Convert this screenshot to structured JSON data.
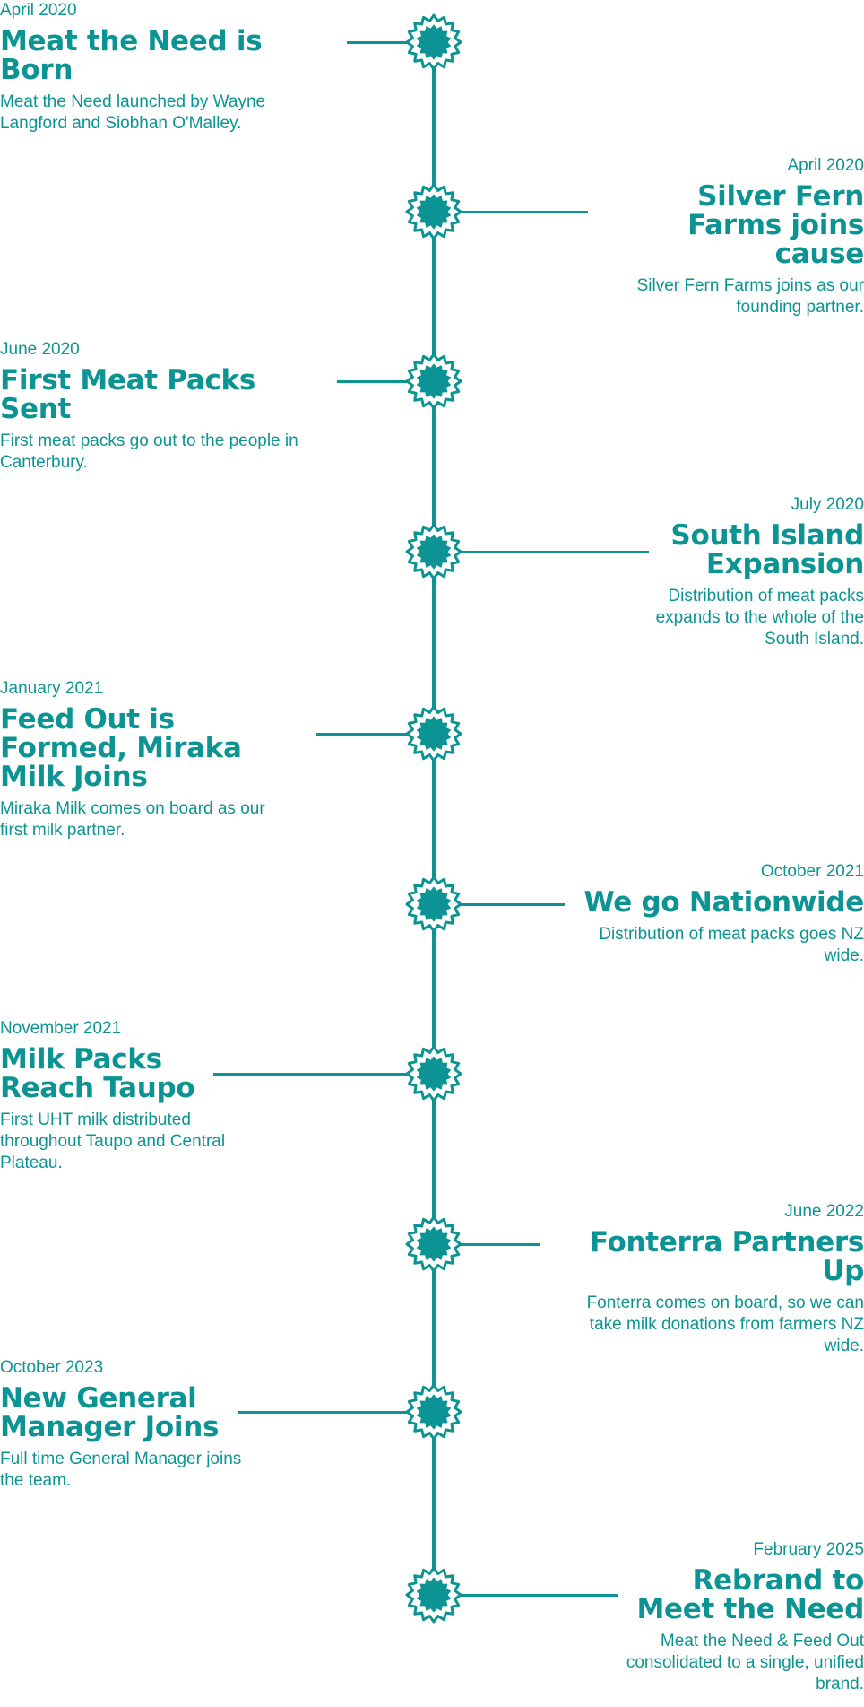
{
  "colors": {
    "accent": "#0b9493",
    "background": "#ffffff"
  },
  "events": [
    {
      "date": "April 2020",
      "title": "Meat the Need is Born",
      "description": "Meat the Need launched by Wayne Langford and Siobhan O'Malley.",
      "icon": "badge-node-icon"
    },
    {
      "date": "April 2020",
      "title": "Silver Fern Farms joins cause",
      "description": "Silver Fern Farms joins as our founding partner.",
      "icon": "badge-node-icon"
    },
    {
      "date": "June 2020",
      "title": "First Meat Packs Sent",
      "description": "First meat packs go out to the people in Canterbury.",
      "icon": "badge-node-icon"
    },
    {
      "date": "July 2020",
      "title": "South Island Expansion",
      "description": "Distribution of meat packs expands to the whole of the South Island.",
      "icon": "badge-node-icon"
    },
    {
      "date": "January 2021",
      "title": "Feed Out is Formed, Miraka Milk Joins",
      "description": "Miraka Milk comes on board as our first milk partner.",
      "icon": "badge-node-icon"
    },
    {
      "date": "October 2021",
      "title": "We go Nationwide",
      "description": "Distribution of meat packs goes NZ wide.",
      "icon": "badge-node-icon"
    },
    {
      "date": "November 2021",
      "title": "Milk Packs Reach Taupo",
      "description": "First UHT milk distributed throughout Taupo and Central Plateau.",
      "icon": "badge-node-icon"
    },
    {
      "date": "June 2022",
      "title": "Fonterra Partners Up",
      "description": "Fonterra comes on board, so we can take milk donations from farmers NZ wide.",
      "icon": "badge-node-icon"
    },
    {
      "date": "October 2023",
      "title": "New General Manager Joins",
      "description": "Full time General Manager joins the team.",
      "icon": "badge-node-icon"
    },
    {
      "date": "February 2025",
      "title": "Rebrand to Meet the Need",
      "description": "Meat the Need & Feed Out consolidated to a single, unified brand.",
      "icon": "badge-node-icon"
    }
  ]
}
